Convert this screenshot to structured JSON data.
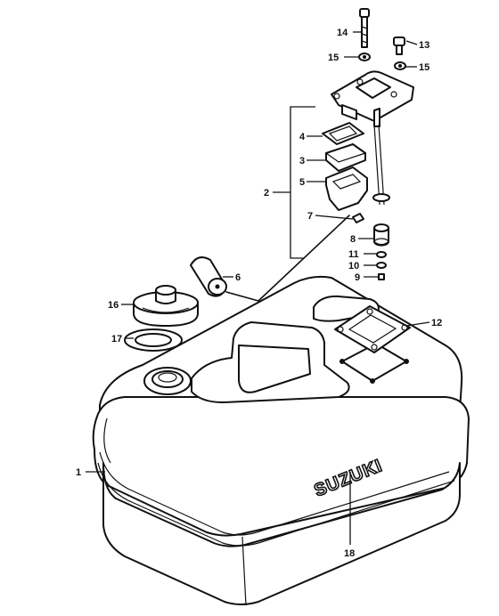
{
  "diagram": {
    "brand_text": "SUZUKI",
    "callouts": [
      {
        "id": "c1",
        "label": "1"
      },
      {
        "id": "c2",
        "label": "2"
      },
      {
        "id": "c3",
        "label": "3"
      },
      {
        "id": "c4",
        "label": "4"
      },
      {
        "id": "c5",
        "label": "5"
      },
      {
        "id": "c6",
        "label": "6"
      },
      {
        "id": "c7",
        "label": "7"
      },
      {
        "id": "c8",
        "label": "8"
      },
      {
        "id": "c9",
        "label": "9"
      },
      {
        "id": "c10",
        "label": "10"
      },
      {
        "id": "c11",
        "label": "11"
      },
      {
        "id": "c12",
        "label": "12"
      },
      {
        "id": "c13",
        "label": "13"
      },
      {
        "id": "c14",
        "label": "14"
      },
      {
        "id": "c15a",
        "label": "15"
      },
      {
        "id": "c15b",
        "label": "15"
      },
      {
        "id": "c16",
        "label": "16"
      },
      {
        "id": "c17",
        "label": "17"
      },
      {
        "id": "c18",
        "label": "18"
      }
    ]
  }
}
